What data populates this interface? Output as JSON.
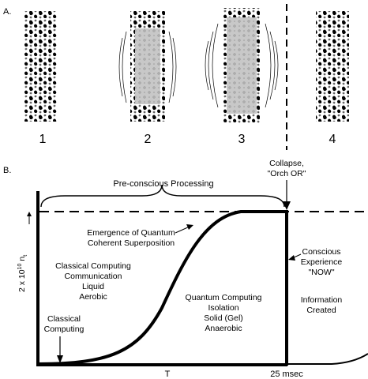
{
  "panel_a": {
    "label": "A.",
    "numbers": [
      "1",
      "2",
      "3",
      "4"
    ]
  },
  "panel_b": {
    "label": "B.",
    "preconscious": "Pre-conscious Processing",
    "collapse_line1": "Collapse,",
    "collapse_line2": "\"Orch OR\"",
    "emergence_line1": "Emergence of Quantum",
    "emergence_line2": "Coherent Superposition",
    "classical_block": [
      "Classical Computing",
      "Communication",
      "Liquid",
      "Aerobic"
    ],
    "quantum_block": [
      "Quantum Computing",
      "Isolation",
      "Solid (Gel)",
      "Anaerobic"
    ],
    "conscious_block": [
      "Conscious",
      "Experience",
      "\"NOW\""
    ],
    "information_block": [
      "Information",
      "Created"
    ],
    "classical_computing_line1": "Classical",
    "classical_computing_line2": "Computing",
    "y_label": "2 x 10",
    "y_label_exp": "10",
    "y_label_sub": "n",
    "y_label_subsub": "t",
    "x_label_T": "T",
    "x_label_end": "25 msec"
  },
  "colors": {
    "ink": "#000000",
    "gray_fill": "#c8c8c8",
    "background": "#ffffff"
  }
}
